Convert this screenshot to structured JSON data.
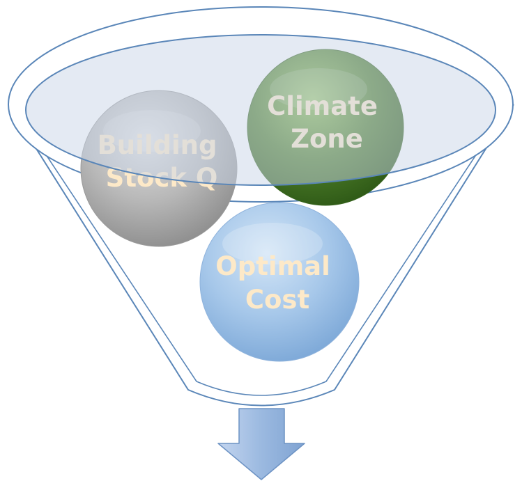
{
  "funnel": {
    "inputs": [
      {
        "line1": "Building",
        "line2": "Stock Q",
        "color": "#b3b3b3",
        "text_color": "#fde9c8"
      },
      {
        "line1": "Climate",
        "line2": "Zone",
        "color": "#4f7f2a",
        "text_color": "#fde9c8"
      },
      {
        "line1": "Optimal",
        "line2": "Cost",
        "color": "#9fc3e8",
        "text_color": "#fde9c8"
      }
    ],
    "funnel_stroke_color": "#5a86b8",
    "rim_fill_color": "#c9d6e8",
    "arrow_color": "#9bb9e0",
    "arrow_direction": "down"
  }
}
